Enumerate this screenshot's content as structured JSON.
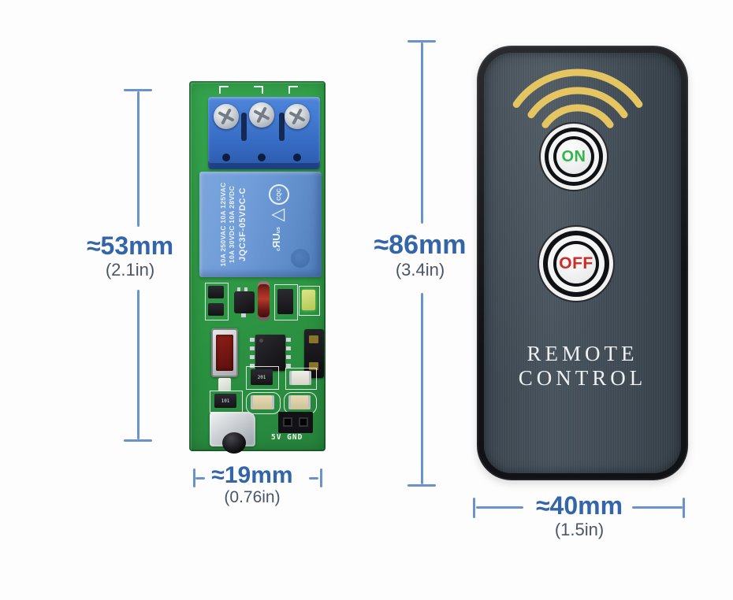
{
  "dimensions": {
    "board_height": {
      "mm": "≈53mm",
      "inches": "(2.1in)"
    },
    "board_width": {
      "mm": "≈19mm",
      "inches": "(0.76in)"
    },
    "remote_height": {
      "mm": "≈86mm",
      "inches": "(3.4in)"
    },
    "remote_width": {
      "mm": "≈40mm",
      "inches": "(1.5in)"
    }
  },
  "relay_module": {
    "relay_print": {
      "line1": "10A 250VAC 10A 125VAC",
      "line2": "10A 30VDC 10A 28VDC",
      "line3": "JQC3F-05VDC-C"
    },
    "marks": {
      "cqc": "CQC",
      "triangle": "△",
      "ul_c": "c",
      "ul": "ЯU",
      "ul_us": "us"
    },
    "silkscreen": {
      "power_label": "5V GND",
      "r1": "201",
      "r2": "101"
    }
  },
  "remote": {
    "on_label": "ON",
    "off_label": "OFF",
    "label": "REMOTE CONTROL"
  },
  "colors": {
    "dimension_line": "#6a92cc",
    "dimension_text": "#3465a8",
    "dimension_subtext": "#4a5568",
    "pcb_green": "#2f9b45",
    "relay_blue": "#6f9cd8",
    "terminal_blue": "#3a6fc8",
    "remote_body": "#3f4a54",
    "signal_gold": "#e5c462",
    "on_green": "#2fb848",
    "off_red": "#d02a25"
  }
}
